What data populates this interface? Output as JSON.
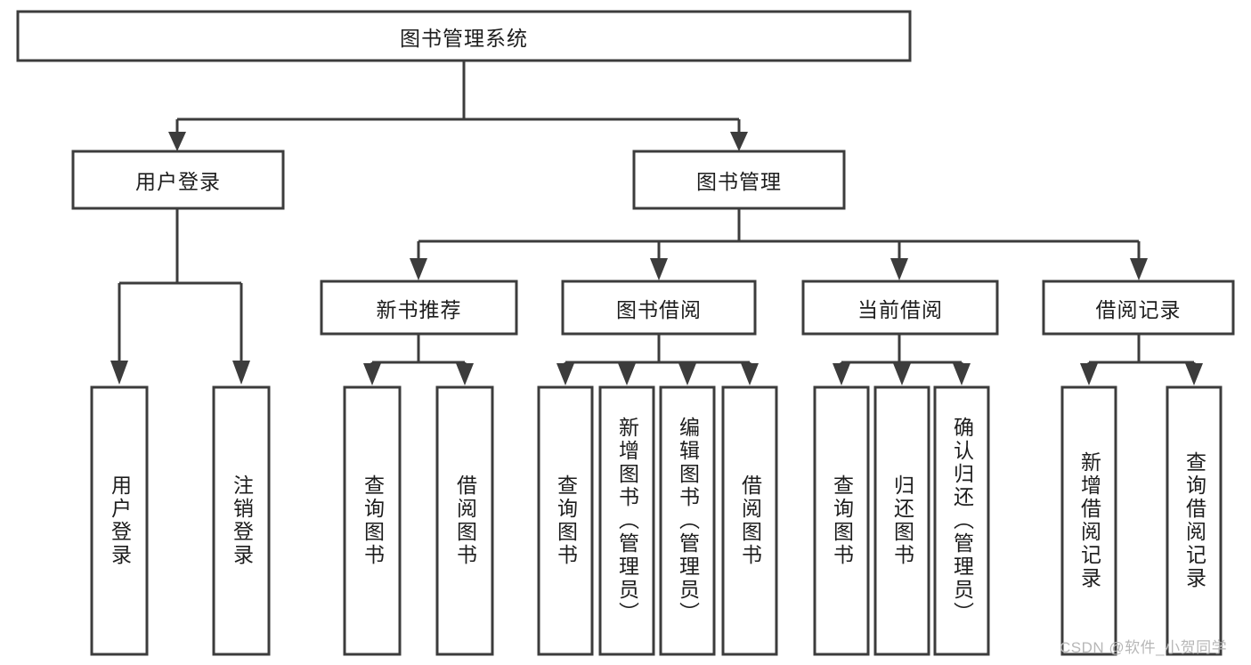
{
  "diagram": {
    "type": "tree",
    "title": "图书管理系统",
    "watermark": "CSDN @软件_小贺同学",
    "colors": {
      "stroke": "#3c3c3c",
      "box_fill": "#ffffff",
      "text": "#1d1d1d",
      "background": "#ffffff",
      "watermark": "#b7b7b7"
    },
    "root": {
      "label": "图书管理系统",
      "orientation": "horizontal"
    },
    "level1": [
      {
        "label": "用户登录",
        "orientation": "horizontal"
      },
      {
        "label": "图书管理",
        "orientation": "horizontal"
      }
    ],
    "level2": [
      {
        "label": "新书推荐",
        "orientation": "horizontal"
      },
      {
        "label": "图书借阅",
        "orientation": "horizontal"
      },
      {
        "label": "当前借阅",
        "orientation": "horizontal"
      },
      {
        "label": "借阅记录",
        "orientation": "horizontal"
      }
    ],
    "leaves": {
      "user_login": [
        {
          "label": "用户登录",
          "orientation": "vertical"
        },
        {
          "label": "注销登录",
          "orientation": "vertical"
        }
      ],
      "new_book_recommend": [
        {
          "label": "查询图书",
          "orientation": "vertical"
        },
        {
          "label": "借阅图书",
          "orientation": "vertical"
        }
      ],
      "book_borrow": [
        {
          "label": "查询图书",
          "orientation": "vertical"
        },
        {
          "label": "新增图书（管理员）",
          "orientation": "vertical"
        },
        {
          "label": "编辑图书（管理员）",
          "orientation": "vertical"
        },
        {
          "label": "借阅图书",
          "orientation": "vertical"
        }
      ],
      "current_borrow": [
        {
          "label": "查询图书",
          "orientation": "vertical"
        },
        {
          "label": "归还图书",
          "orientation": "vertical"
        },
        {
          "label": "确认归还（管理员）",
          "orientation": "vertical"
        }
      ],
      "borrow_record": [
        {
          "label": "新增借阅记录",
          "orientation": "vertical"
        },
        {
          "label": "查询借阅记录",
          "orientation": "vertical"
        }
      ]
    }
  }
}
